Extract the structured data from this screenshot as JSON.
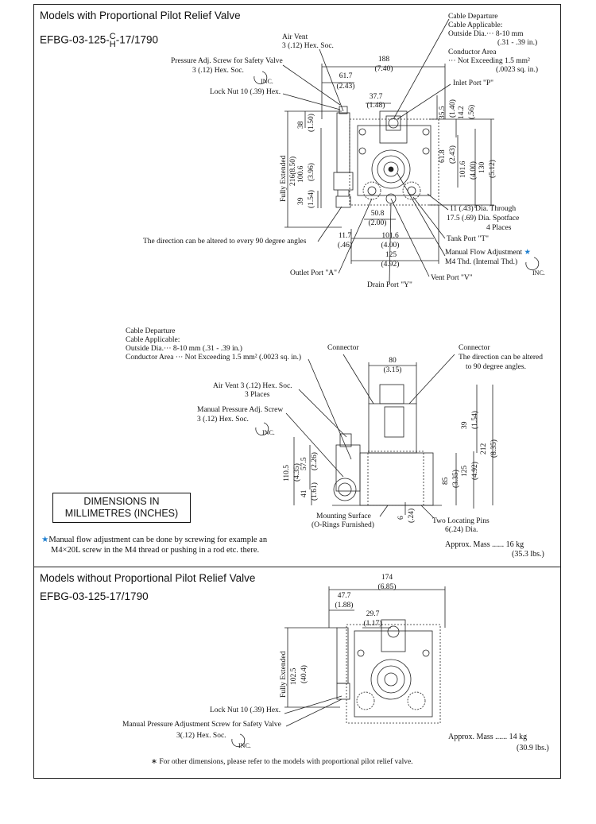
{
  "top": {
    "title": "Models with Proportional Pilot Relief Valve",
    "model_prefix": "EFBG-03-125-",
    "model_c": "C",
    "model_h": "H",
    "model_suffix": "-17/1790",
    "labels": {
      "air_vent": "Air Vent",
      "air_vent_size": "3 (.12) Hex. Soc.",
      "pressure_adj": "Pressure Adj. Screw for Safety Valve",
      "pressure_adj_size": "3 (.12) Hex. Soc.",
      "inc": "INC.",
      "lock_nut": "Lock Nut 10 (.39) Hex.",
      "fully_extended": "Fully Extended",
      "cable_departure": "Cable Departure",
      "cable_applicable": "Cable Applicable:",
      "outside_dia": "Outside Dia.··· 8-10 mm",
      "outside_dia_in": "(.31 - .39 in.)",
      "conductor_area": "Conductor Area",
      "conductor_value": "··· Not Exceeding 1.5 mm²",
      "conductor_value_in": "(.0023 sq. in.)",
      "inlet_port": "Inlet Port \"P\"",
      "dia_through": "11 (.43) Dia. Through",
      "spotface": "17.5 (.69) Dia. Spotface",
      "four_places": "4 Places",
      "tank_port": "Tank Port \"T\"",
      "manual_flow": "Manual Flow Adjustment",
      "m4_thread": "M4 Thd. (Internal Thd.)",
      "direction_note": "The direction can be altered to every 90 degree angles",
      "outlet_port": "Outlet Port \"A\"",
      "drain_port": "Drain Port \"Y\"",
      "vent_port": "Vent Port \"V\""
    },
    "dims": {
      "d188": "188",
      "d188i": "(7.40)",
      "d61": "61.7",
      "d61i": "(2.43)",
      "d37": "37.7",
      "d37i": "(1.48)",
      "d38": "38",
      "d38i": "(1.50)",
      "d100": "100.6",
      "d100i": "(3.96)",
      "d216": "216(8.50)",
      "d39": "39",
      "d39i": "(1.54)",
      "d35": "35.5",
      "d35i": "(1.40)",
      "d14": "14.2",
      "d14i": "(.56)",
      "d61b": "61.8",
      "d61bi": "(2.43)",
      "d101": "101.6",
      "d101i": "(4.00)",
      "d130": "130",
      "d130i": "(5.12)",
      "d50": "50.8",
      "d50i": "(2.00)",
      "d11": "11.7",
      "d11i": "(.46)",
      "d101b": "101.6",
      "d101bi": "(4.00)",
      "d125": "125",
      "d125i": "(4.92)"
    }
  },
  "middle": {
    "labels": {
      "cable_departure": "Cable Departure",
      "cable_applicable": "Cable Applicable:",
      "outside_dia": "Outside Dia.··· 8-10 mm (.31 - .39 in.)",
      "conductor_area": "Conductor Area ··· Not Exceeding 1.5 mm² (.0023 sq. in.)",
      "connector": "Connector",
      "connector2": "Connector",
      "connector_note1": "The direction can be altered",
      "connector_note2": "to 90 degree angles.",
      "air_vent": "Air Vent 3 (.12) Hex. Soc.",
      "three_places": "3 Places",
      "manual_pressure": "Manual Pressure Adj. Screw",
      "manual_pressure_size": "3 (.12) Hex. Soc.",
      "inc": "INC.",
      "mounting_surface": "Mounting Surface",
      "o_rings": "(O-Rings Furnished)",
      "two_pins": "Two Locating Pins",
      "pins_dia": "6(.24) Dia.",
      "mass": "Approx. Mass ...... 16 kg",
      "mass_lbs": "(35.3 lbs.)"
    },
    "dims": {
      "d80": "80",
      "d80i": "(3.15)",
      "d39": "39",
      "d39i": "(1.54)",
      "d212": "212",
      "d212i": "(8.35)",
      "d85": "85",
      "d85i": "(3.35)",
      "d125": "125",
      "d125i": "(4.92)",
      "d110": "110.5",
      "d110i": "(4.35)",
      "d57": "57.5",
      "d57i": "(2.26)",
      "d41": "41",
      "d41i": "(1.61)",
      "d6": "6",
      "d6i": "(.24)"
    },
    "dimensions_box_1": "DIMENSIONS IN",
    "dimensions_box_2": "MILLIMETRES (INCHES)",
    "note_line1": "Manual flow adjustment can be done by screwing for example an",
    "note_line2": "M4×20L screw in the M4 thread or pushing in a rod etc. there."
  },
  "bottom": {
    "title": "Models without Proportional Pilot Relief Valve",
    "model": "EFBG-03-125-17/1790",
    "dims": {
      "d174": "174",
      "d174i": "(6.85)",
      "d47": "47.7",
      "d47i": "(1.88)",
      "d29": "29.7",
      "d29i": "(1.17)",
      "d102": "102.5",
      "d102i": "(40.4)"
    },
    "labels": {
      "fully_extended": "Fully Extended",
      "lock_nut": "Lock Nut 10 (.39) Hex.",
      "manual_pressure": "Manual Pressure Adjustment Screw for Safety Valve",
      "manual_pressure_size": "3(.12) Hex. Soc.",
      "inc": "INC.",
      "mass": "Approx. Mass ...... 14 kg",
      "mass_lbs": "(30.9 lbs.)",
      "footnote": "∗ For other dimensions, please refer to the models with proportional pilot relief valve."
    }
  },
  "colors": {
    "star": "#1e7fd0",
    "line": "#222222"
  }
}
